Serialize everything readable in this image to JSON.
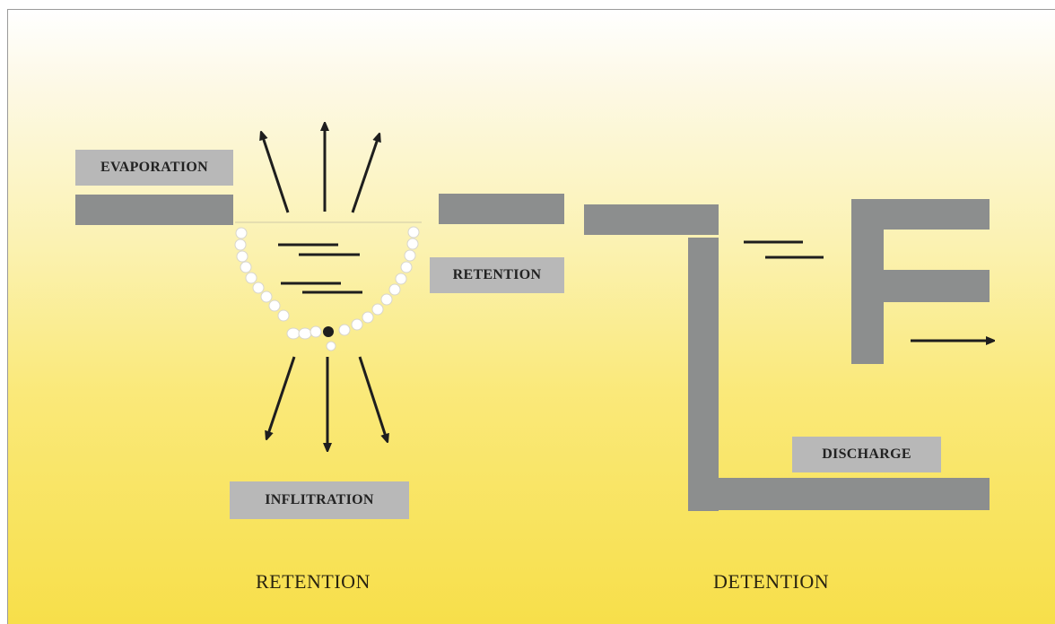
{
  "labels": {
    "evaporation": "EVAPORATION",
    "retention_box": "RETENTION",
    "infiltration": "INFLITRATION",
    "discharge": "DISCHARGE"
  },
  "captions": {
    "retention": "RETENTION",
    "detention": "DETENTION"
  },
  "colors": {
    "bar_gray": "#8c8e8e",
    "label_gray": "#b8b8b8",
    "arrow": "#1e1e1e",
    "background_top": "#ffffff",
    "background_bottom": "#f7df4a"
  }
}
